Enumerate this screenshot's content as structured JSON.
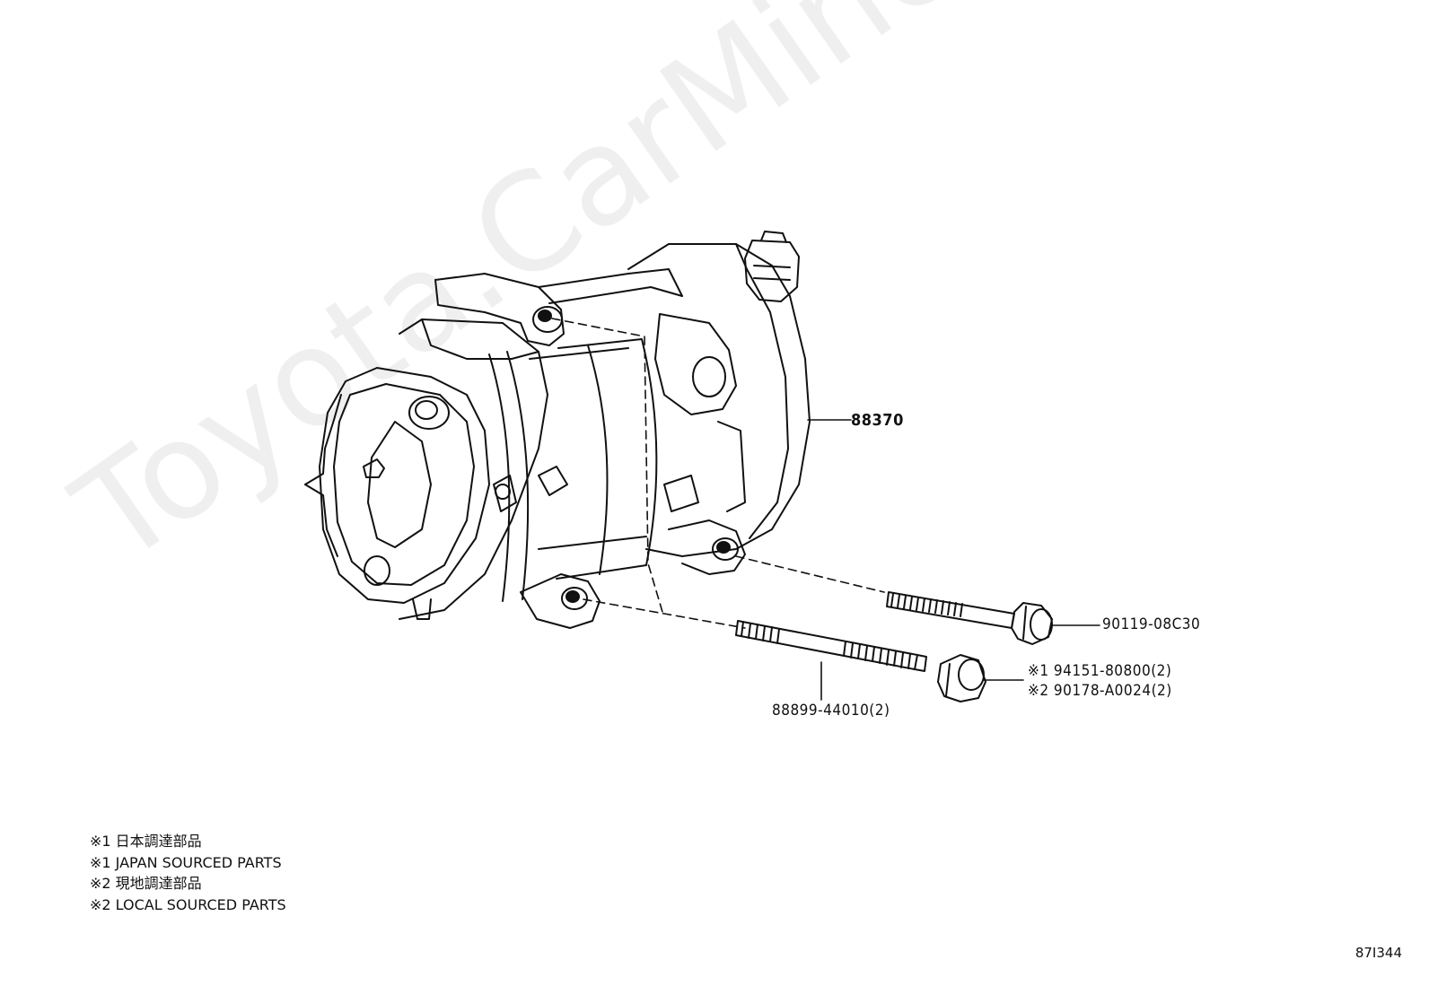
{
  "watermark": "Toyota.CarMine.ru",
  "main_part": {
    "part_number": "88370"
  },
  "parts": [
    {
      "part_number": "90119-08C30"
    },
    {
      "part_number": "88899-44010(2)"
    }
  ],
  "nut_callout": {
    "line1": "※1 94151-80800(2)",
    "line2": "※2 90178-A0024(2)"
  },
  "legend": [
    "※1 日本調達部品",
    "※1 JAPAN SOURCED PARTS",
    "※2 現地調達部品",
    "※2 LOCAL SOURCED PARTS"
  ],
  "diagram_id": "87I344"
}
